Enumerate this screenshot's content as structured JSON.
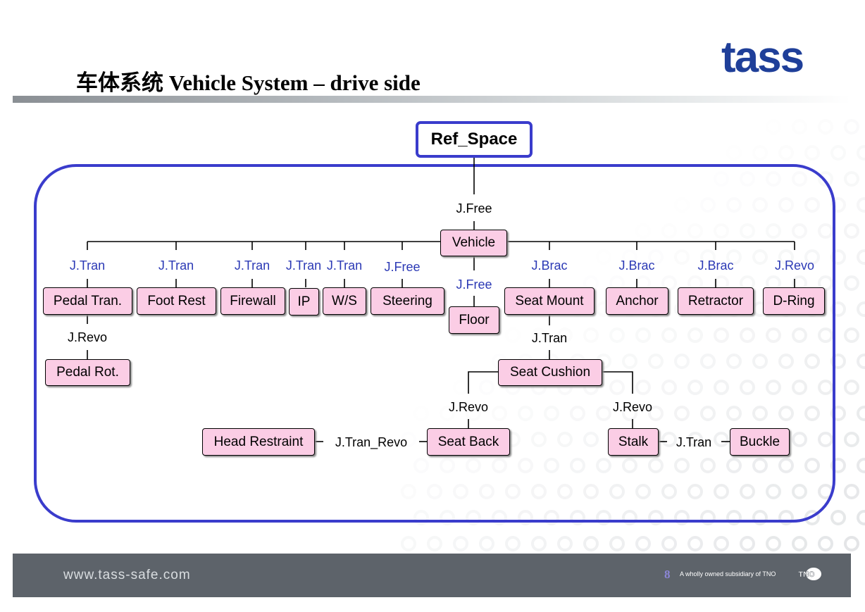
{
  "header": {
    "title": "车体系统 Vehicle System – drive side",
    "logo_text": "tass"
  },
  "diagram": {
    "root": "Ref_Space",
    "nodes": {
      "vehicle": "Vehicle",
      "pedal_tran": "Pedal Tran.",
      "foot_rest": "Foot Rest",
      "firewall": "Firewall",
      "ip": "IP",
      "ws": "W/S",
      "steering": "Steering",
      "floor": "Floor",
      "seat_mount": "Seat Mount",
      "anchor": "Anchor",
      "retractor": "Retractor",
      "d_ring": "D-Ring",
      "pedal_rot": "Pedal Rot.",
      "seat_cushion": "Seat Cushion",
      "head_restraint": "Head Restraint",
      "seat_back": "Seat Back",
      "stalk": "Stalk",
      "buckle": "Buckle"
    },
    "joints": {
      "ref_vehicle": "J.Free",
      "pedal_tran": "J.Tran",
      "foot_rest": "J.Tran",
      "firewall": "J.Tran",
      "ip": "J.Tran",
      "ws": "J.Tran",
      "steering": "J.Free",
      "floor": "J.Free",
      "seat_mount": "J.Brac",
      "anchor": "J.Brac",
      "retractor": "J.Brac",
      "d_ring": "J.Revo",
      "pedal_rot": "J.Revo",
      "seat_cushion": "J.Tran",
      "seat_back": "J.Revo",
      "stalk": "J.Revo",
      "head_restraint": "J.Tran_Revo",
      "buckle": "J.Tran"
    },
    "colors": {
      "node_fill": "#fbcde5",
      "frame": "#3a3ccc",
      "joint_blue": "#2b39b5"
    }
  },
  "footer": {
    "url": "www.tass-safe.com",
    "page_number": "8",
    "tagline": "A wholly owned subsidiary of TNO",
    "tno_logo": "TNO"
  }
}
